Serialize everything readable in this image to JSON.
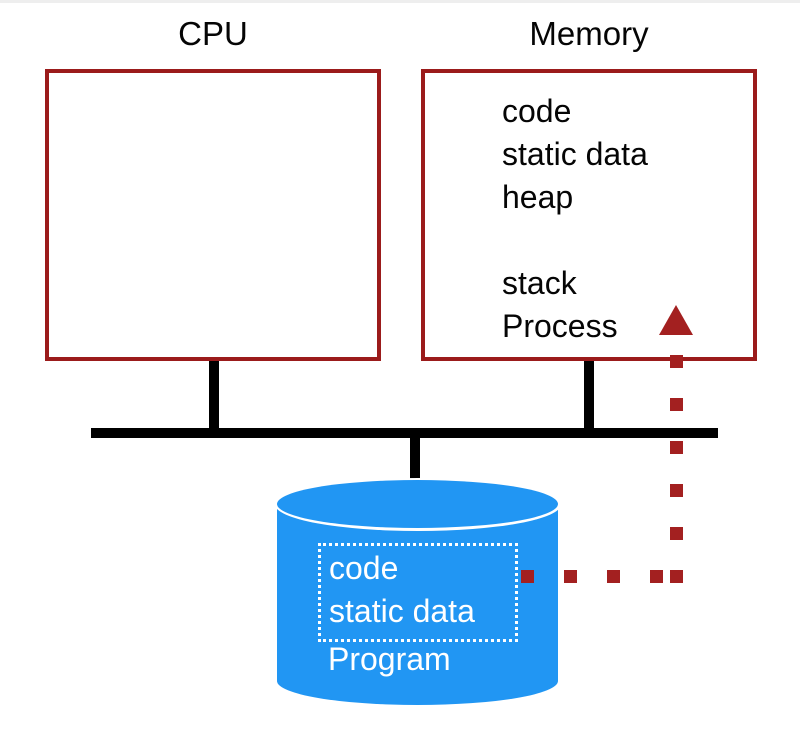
{
  "colors": {
    "box_border_red": "#9b1b1b",
    "arrow_red": "#a32020",
    "disk_blue": "#2196f3",
    "line_black": "#000000",
    "disk_text_white": "#ffffff"
  },
  "cpu": {
    "title": "CPU"
  },
  "memory": {
    "title": "Memory",
    "labels": [
      "code",
      "static data",
      "heap",
      "stack",
      "Process"
    ]
  },
  "disk": {
    "labels": [
      "code",
      "static data"
    ],
    "title": "Program"
  }
}
